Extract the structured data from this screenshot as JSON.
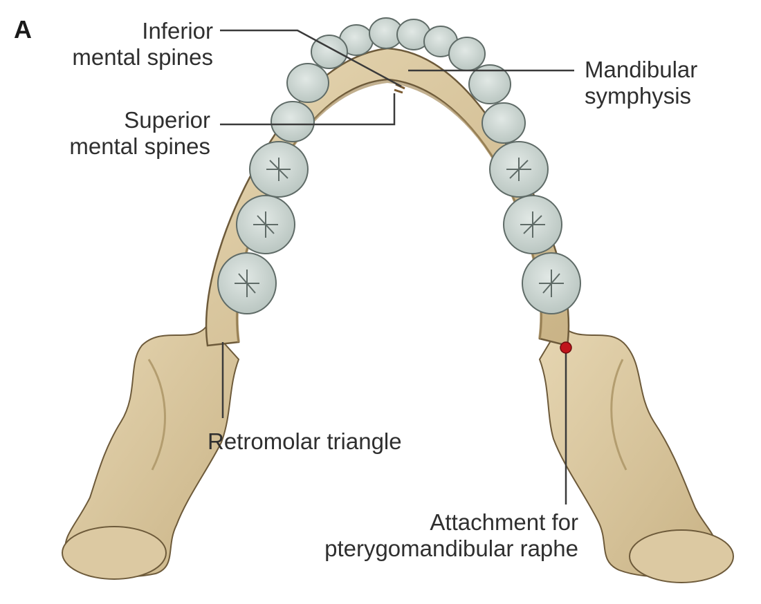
{
  "figure": {
    "panel_letter": "A",
    "labels": {
      "inferior_mental_spines": [
        "Inferior",
        "mental spines"
      ],
      "superior_mental_spines": [
        "Superior",
        "mental spines"
      ],
      "mandibular_symphysis": [
        "Mandibular",
        "symphysis"
      ],
      "retromolar_triangle": [
        "Retromolar triangle"
      ],
      "attachment_pterygomandibular_raphe": [
        "Attachment for",
        "pterygomandibular raphe"
      ]
    }
  },
  "colors": {
    "bone": "#d9c7a0",
    "bone_shadow": "#b39d6f",
    "bone_outline": "#6d5a3a",
    "tooth": "#c9d3cf",
    "tooth_outline": "#5f6b67",
    "leader_line": "#3a3a3a",
    "attachment_dot": "#c0141b"
  }
}
